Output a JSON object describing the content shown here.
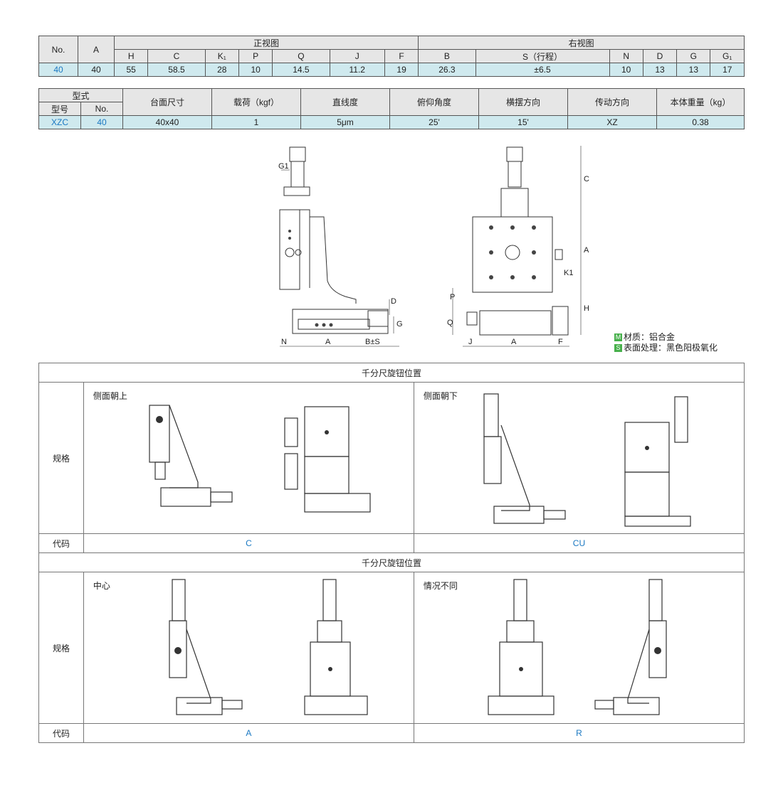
{
  "dims_table": {
    "col_no": "No.",
    "col_a": "A",
    "group_front": "正视图",
    "group_right": "右视图",
    "front_cols": [
      "H",
      "C",
      "K₁",
      "P",
      "Q",
      "J",
      "F"
    ],
    "right_cols": [
      "B",
      "S（行程）",
      "N",
      "D",
      "G",
      "G₁"
    ],
    "row": {
      "no": "40",
      "a": "40",
      "H": "55",
      "C": "58.5",
      "K1": "28",
      "P": "10",
      "Q": "14.5",
      "J": "11.2",
      "F": "19",
      "B": "26.3",
      "S": "±6.5",
      "N": "10",
      "D": "13",
      "G": "13",
      "G1": "17"
    }
  },
  "spec_table": {
    "type_group": "型式",
    "model_label": "型号",
    "no_label": "No.",
    "cols": [
      "台面尺寸",
      "载荷（kgf）",
      "直线度",
      "俯仰角度",
      "横摆方向",
      "传动方向",
      "本体重量（kg）"
    ],
    "row": {
      "model": "XZC",
      "no": "40",
      "size": "40x40",
      "load": "1",
      "straightness": "5μm",
      "pitch": "25'",
      "yaw": "15'",
      "drive": "XZ",
      "weight": "0.38"
    }
  },
  "drawing_labels": {
    "front": {
      "G1": "G1",
      "D": "D",
      "G": "G",
      "N": "N",
      "A": "A",
      "BS": "B±S"
    },
    "right": {
      "C": "C",
      "A": "A",
      "K1": "K1",
      "P": "P",
      "H": "H",
      "Q": "Q",
      "J": "J",
      "A2": "A",
      "F": "F"
    }
  },
  "notes": {
    "material_badge": "M",
    "material": "材质：铝合金",
    "surface_badge": "S",
    "surface": "表面处理：黑色阳极氧化"
  },
  "positions": {
    "section_title": "千分尺旋钮位置",
    "spec_label": "规格",
    "code_label": "代码",
    "options": [
      {
        "caption": "侧面朝上",
        "code": "C"
      },
      {
        "caption": "侧面朝下",
        "code": "CU"
      },
      {
        "caption": "中心",
        "code": "A"
      },
      {
        "caption": "情况不同",
        "code": "R"
      }
    ]
  },
  "colors": {
    "accent_blue": "#1a78c2",
    "row_tint": "#cfe9ee",
    "header_gray": "#e6e6e6",
    "badge_green": "#47b04b"
  }
}
